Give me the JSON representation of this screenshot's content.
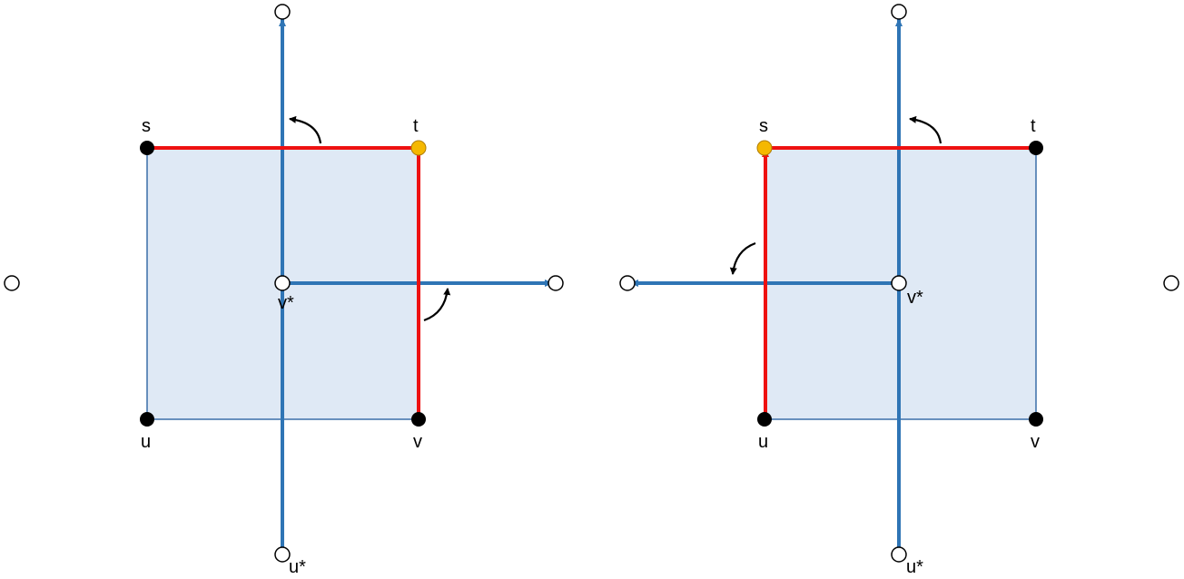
{
  "colors": {
    "face_fill": "#dfe9f5",
    "face_stroke": "#3a6ea8",
    "primal": "#ee1111",
    "dual": "#2f75b5",
    "vertex": "#000000",
    "highlight": "#f5b800",
    "rotation": "#000000"
  },
  "panels": [
    {
      "labels": {
        "s": "s",
        "t": "t",
        "u": "u",
        "v": "v",
        "v_star": "v*",
        "u_star": "u*"
      },
      "highlighted_vertex": "t",
      "primal_edges": [
        "s-t",
        "t-v"
      ],
      "dual_edges": [
        "u*-top",
        "v*-right"
      ]
    },
    {
      "labels": {
        "s": "s",
        "t": "t",
        "u": "u",
        "v": "v",
        "v_star": "v*",
        "u_star": "u*"
      },
      "highlighted_vertex": "s",
      "primal_edges": [
        "u-s",
        "s-t"
      ],
      "dual_edges": [
        "u*-top",
        "v*-left"
      ]
    }
  ]
}
